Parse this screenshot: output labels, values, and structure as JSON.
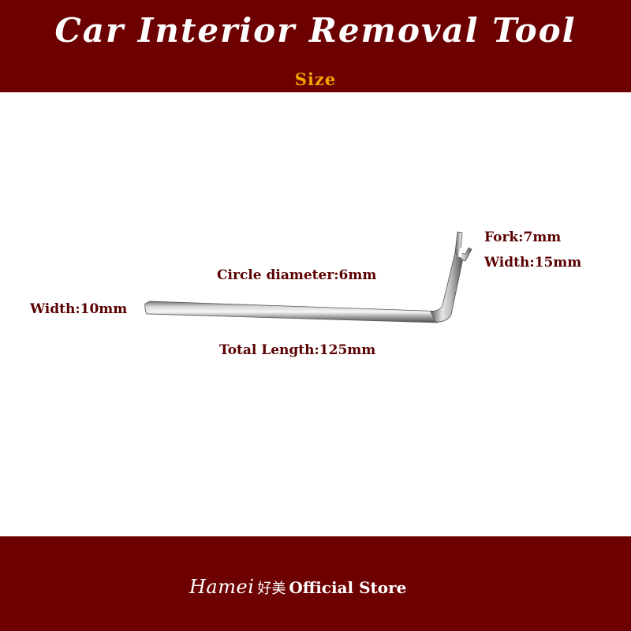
{
  "header": {
    "title": "Car Interior Removal Tool",
    "subtitle": "Size"
  },
  "labels": {
    "fork": "Fork:7mm",
    "fork_width": "Width:15mm",
    "circle_diameter": "Circle diameter:6mm",
    "handle_width": "Width:10mm",
    "total_length": "Total Length:125mm"
  },
  "footer": {
    "logo_text": "Hamei",
    "chinese_name": "好美",
    "store_text": "Official Store"
  },
  "colors": {
    "banner": "#6d0000",
    "title_text": "#ffffff",
    "subtitle_text": "#f0a500",
    "label_text": "#5a0000"
  }
}
